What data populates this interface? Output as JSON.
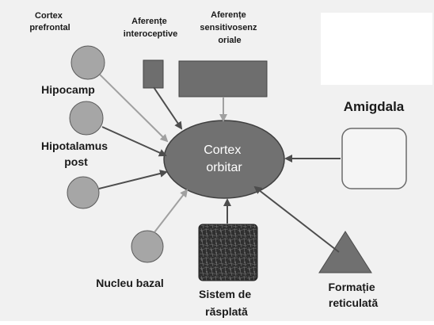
{
  "labels": {
    "cortex_prefrontal": [
      "Cortex",
      "prefrontal"
    ],
    "aferente_interoceptive": [
      "Aferențe",
      "interoceptive"
    ],
    "aferente_sensitivosenzoriale": [
      "Aferențe",
      "sensitivosenz",
      "oriale"
    ],
    "hipocamp": "Hipocamp",
    "hipotalamus_post": [
      "Hipotalamus",
      "post"
    ],
    "amigdala": "Amigdala",
    "cortex_orbitar": [
      "Cortex",
      "orbitar"
    ],
    "nucleu_bazal": "Nucleu bazal",
    "sistem_de_rasplata": [
      "Sistem de",
      "răsplată"
    ],
    "formatie_reticulata": [
      "Formație",
      "reticulată"
    ]
  },
  "colors": {
    "background": "#f1f1f1",
    "white_panel": "#ffffff",
    "circle_fill": "#a6a6a6",
    "square_fill": "#6e6e6e",
    "ellipse_fill": "#717171",
    "triangle_fill": "#707070",
    "amigdala_box_fill": "#f5f5f5",
    "arrow_gray": "#a0a0a0",
    "arrow_dark": "#4d4d4d",
    "text_dark": "#1a1a1a",
    "text_light": "#ffffff"
  },
  "icons": {
    "reward_system_node": "textured-dark-square-icon",
    "reticular_formation_node": "triangle-icon"
  }
}
